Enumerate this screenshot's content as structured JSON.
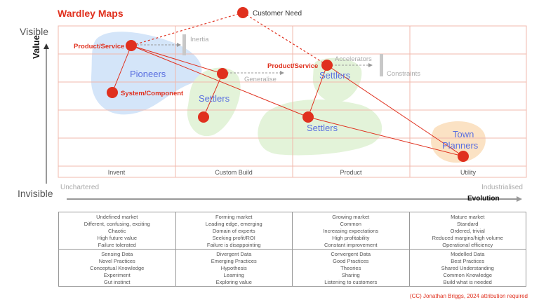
{
  "title": "Wardley Maps",
  "axes": {
    "y_top": "Visible",
    "y_bottom": "Invisible",
    "y_label": "Value",
    "x_left": "Unchartered",
    "x_right": "Industrialised",
    "x_label": "Evolution"
  },
  "stages": [
    "Invent",
    "Custom Build",
    "Product",
    "Utility"
  ],
  "map_labels": {
    "customer_need": "Customer Need",
    "product_service_1": "Product/Service",
    "product_service_2": "Product/Service",
    "system_component": "System/Component",
    "inertia": "Inertia",
    "generalise": "Generalise",
    "accelerators": "Accelerators",
    "constraints": "Constraints"
  },
  "regions": {
    "pioneers": "Pioneers",
    "settlers_1": "Settlers",
    "settlers_2": "Settlers",
    "settlers_3": "Settlers",
    "town_planners_line1": "Town",
    "town_planners_line2": "Planners"
  },
  "characteristics": {
    "market": [
      [
        "Undefined market",
        "Different, confusing, exciting",
        "Chaotic",
        "High future value",
        "Failure tolerated"
      ],
      [
        "Forming market",
        "Leading edge, emerging",
        "Domain of experts",
        "Seeking profit/ROI",
        "Failure is disappointing"
      ],
      [
        "Growing market",
        "Common",
        "Increasing expectations",
        "High profitability",
        "Constant improvement"
      ],
      [
        "Mature market",
        "Standard",
        "Ordered, trivial",
        "Reduced margins/high volume",
        "Operational efficiency"
      ]
    ],
    "practice": [
      [
        "Sensing Data",
        "Novel Practices",
        "Conceptual Knowledge",
        "Experiment",
        "Gut instinct"
      ],
      [
        "Divergent Data",
        "Emerging Practices",
        "Hypothesis",
        "Learning",
        "Exploring value"
      ],
      [
        "Convergent Data",
        "Good Practices",
        "Theories",
        "Sharing",
        "Listening to customers"
      ],
      [
        "Modelled Data",
        "Best Practices",
        "Shared Understanding",
        "Common Knowledge",
        "Build what is needed"
      ]
    ]
  },
  "copyright": "(CC) Jonathan Briggs, 2024 attribution required",
  "colors": {
    "accent_red": "#e0301e",
    "pioneer_blue": "#cfe2f8",
    "settler_green": "#e3f3d9",
    "planner_orange": "#fbe2c4",
    "region_text": "#5a6fe0",
    "grid": "#f0b8ac"
  }
}
